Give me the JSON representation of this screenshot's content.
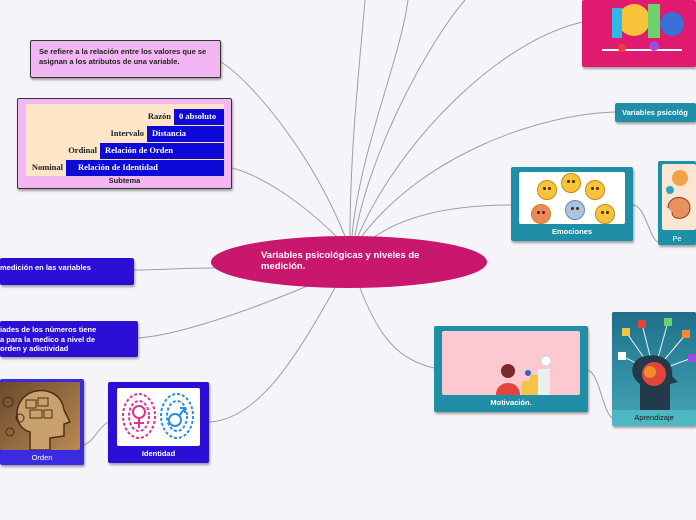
{
  "central": {
    "title": "Variables psicológicas y niveles de medición."
  },
  "branches": {
    "definition": "Se refiere a la relación entre los valores que se asignan a los atributos de una variable.",
    "subtema": {
      "caption": "Subtema",
      "rows": [
        {
          "level": "Razón",
          "meaning": "0 absoluto"
        },
        {
          "level": "Intervalo",
          "meaning": "Distancia"
        },
        {
          "level": "Ordinal",
          "meaning": "Relación de Orden"
        },
        {
          "level": "Nominal",
          "meaning": "Relación de Identidad"
        }
      ]
    },
    "medicion": "medición en las variables",
    "propiedades": {
      "line1": "iades de los números tiene",
      "line2": "a para la medico a nivel de",
      "line3": "orden y adictividad"
    },
    "orden": "Orden",
    "identidad": "Identidad",
    "variables_psico": "Variables psicológ",
    "emociones": "Emociones",
    "pe": "Pe",
    "motivacion": "Motivación.",
    "aprendizaje": "Aprendizaje"
  },
  "colors": {
    "central": "#c8176d",
    "pink_card": "#f2b6f2",
    "blue_card": "#2b0fd6",
    "teal_card": "#1f8fa8",
    "connector": "#9aa0a8"
  }
}
